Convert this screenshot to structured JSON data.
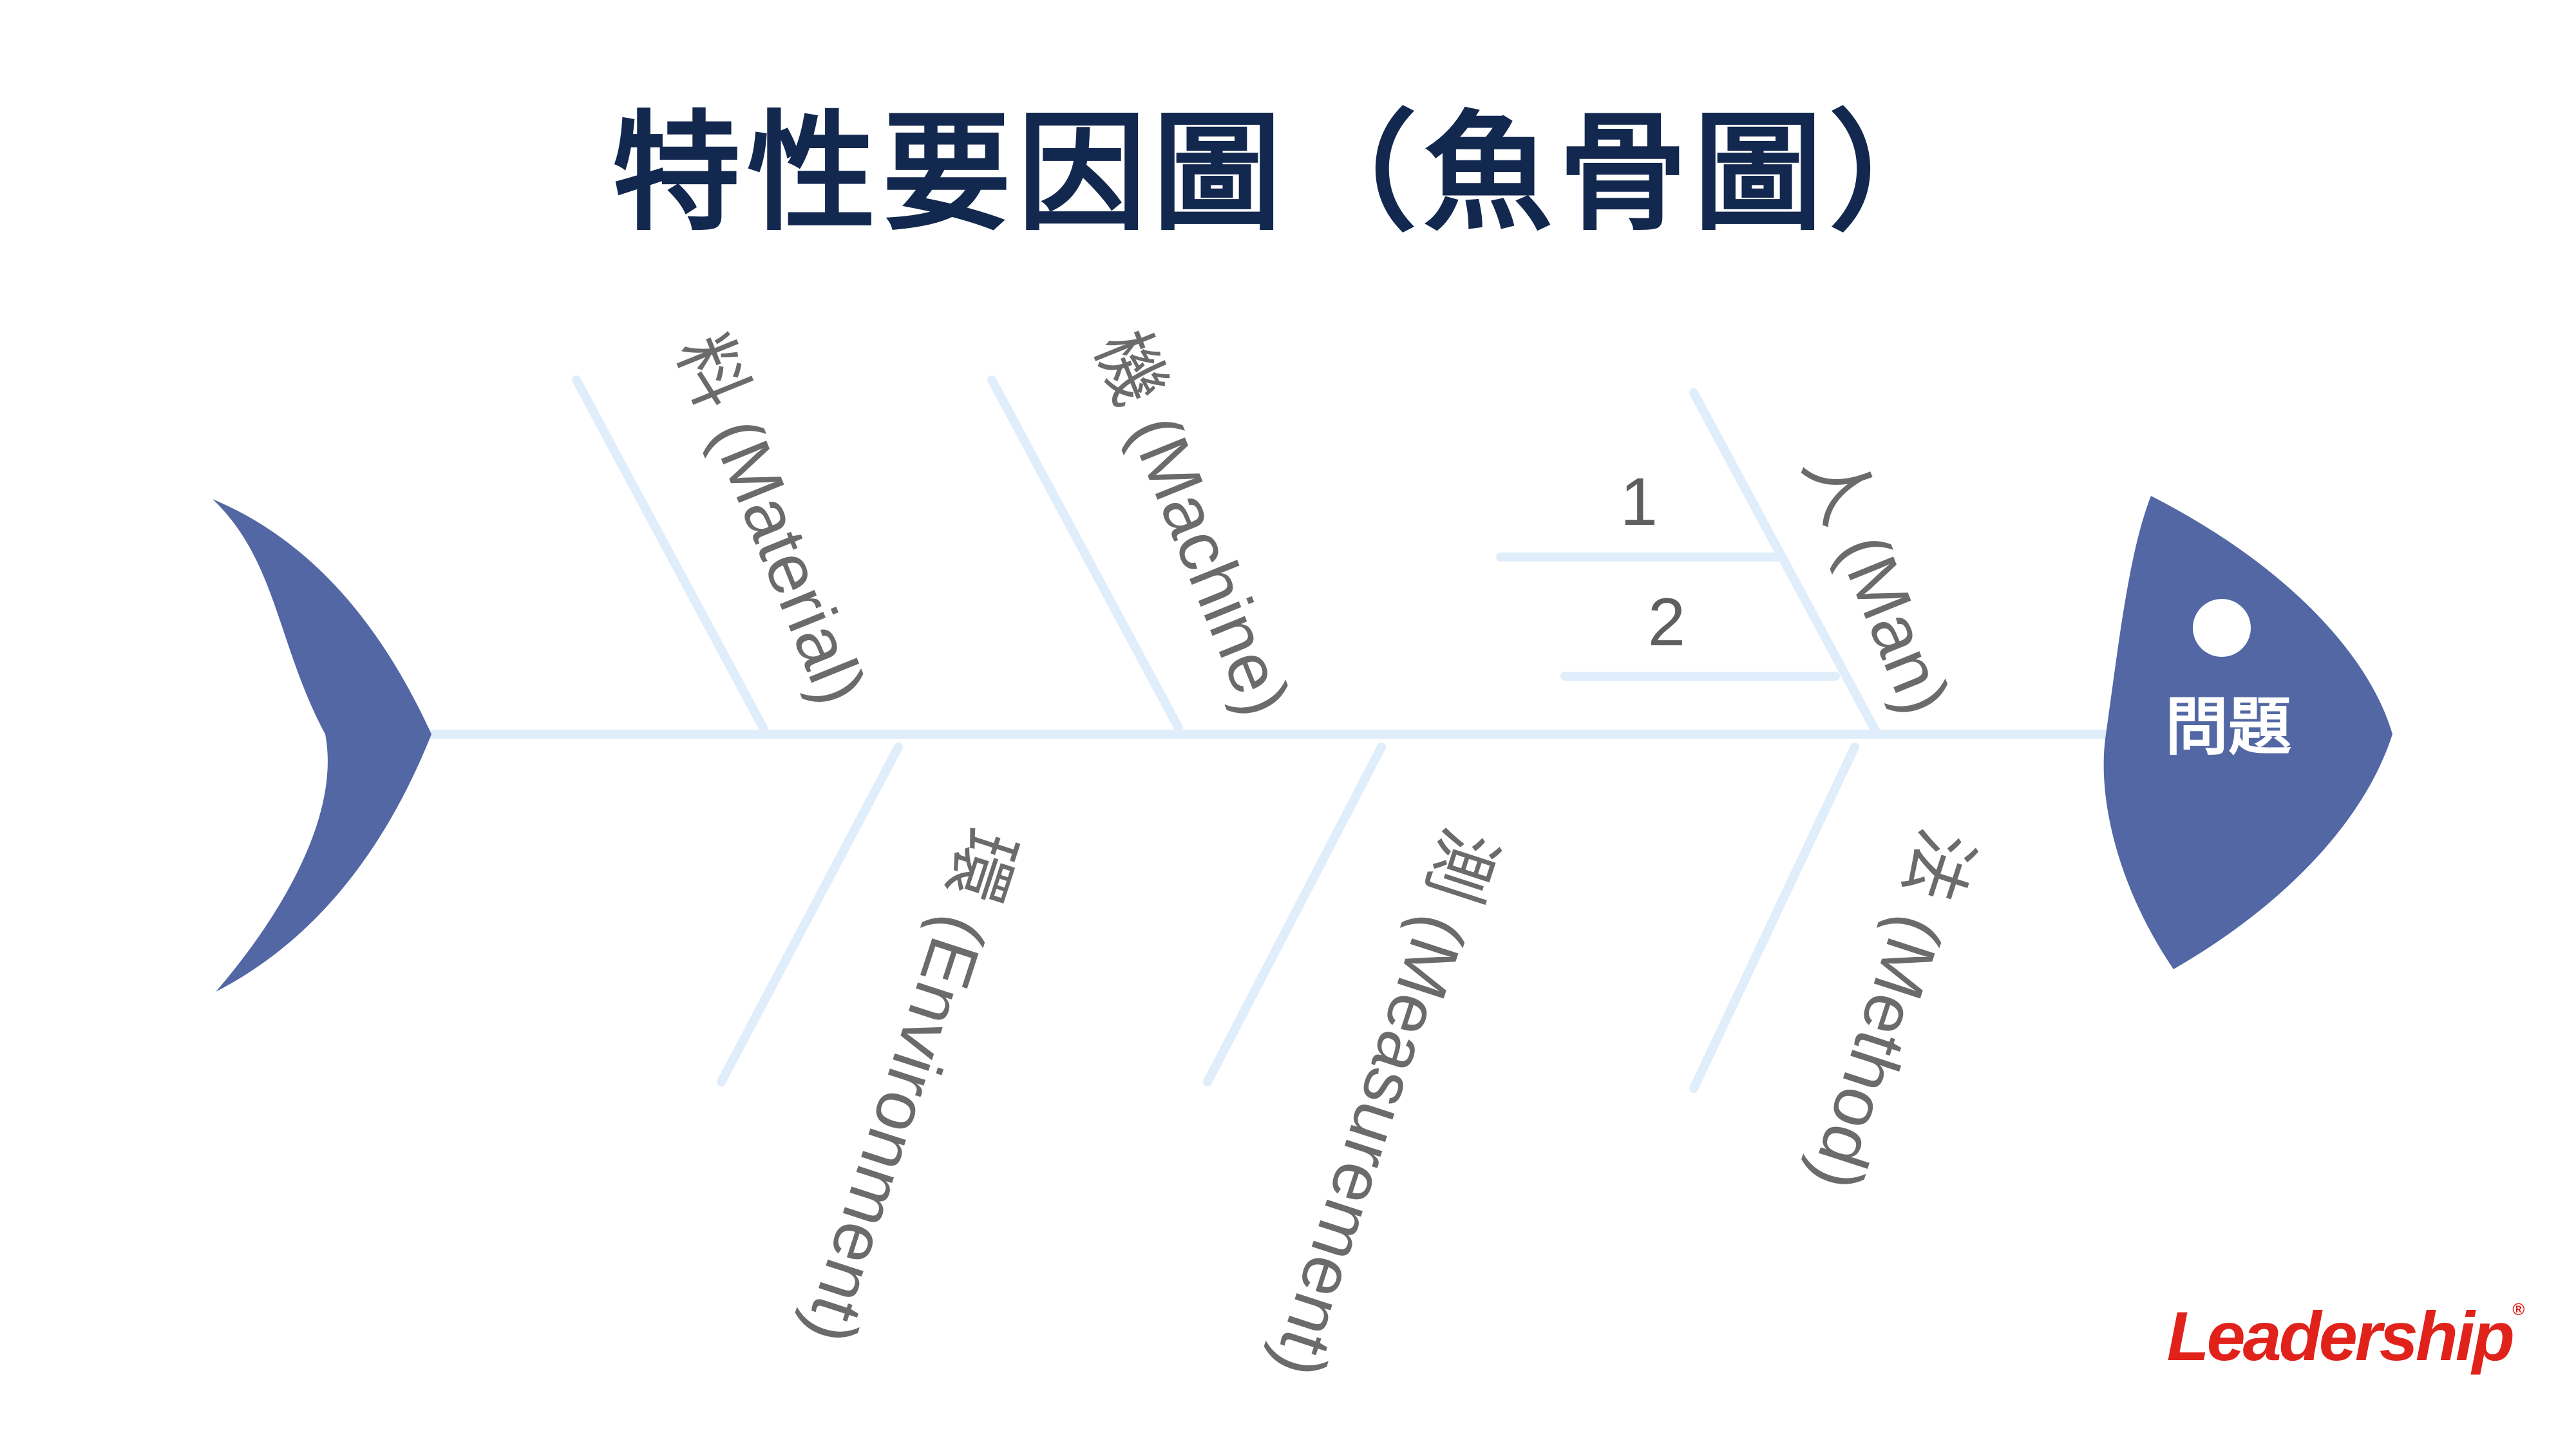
{
  "title": "特性要因圖（魚骨圖）",
  "problem": "問題",
  "categories": {
    "material": "料 (Material)",
    "machine": "機 (Machine)",
    "man": "人 (Man)",
    "environment": "環 (Environment)",
    "measurement": "測 (Measurement)",
    "method": "法 (Method)"
  },
  "sub_causes": [
    "1",
    "2"
  ],
  "brand": {
    "name": "Leadership",
    "mark": "®"
  },
  "colors": {
    "title": "#13284f",
    "fish": "#5267a4",
    "bones": "#e0edfb",
    "labels": "#6b6b6b",
    "brand": "#e0221b"
  }
}
